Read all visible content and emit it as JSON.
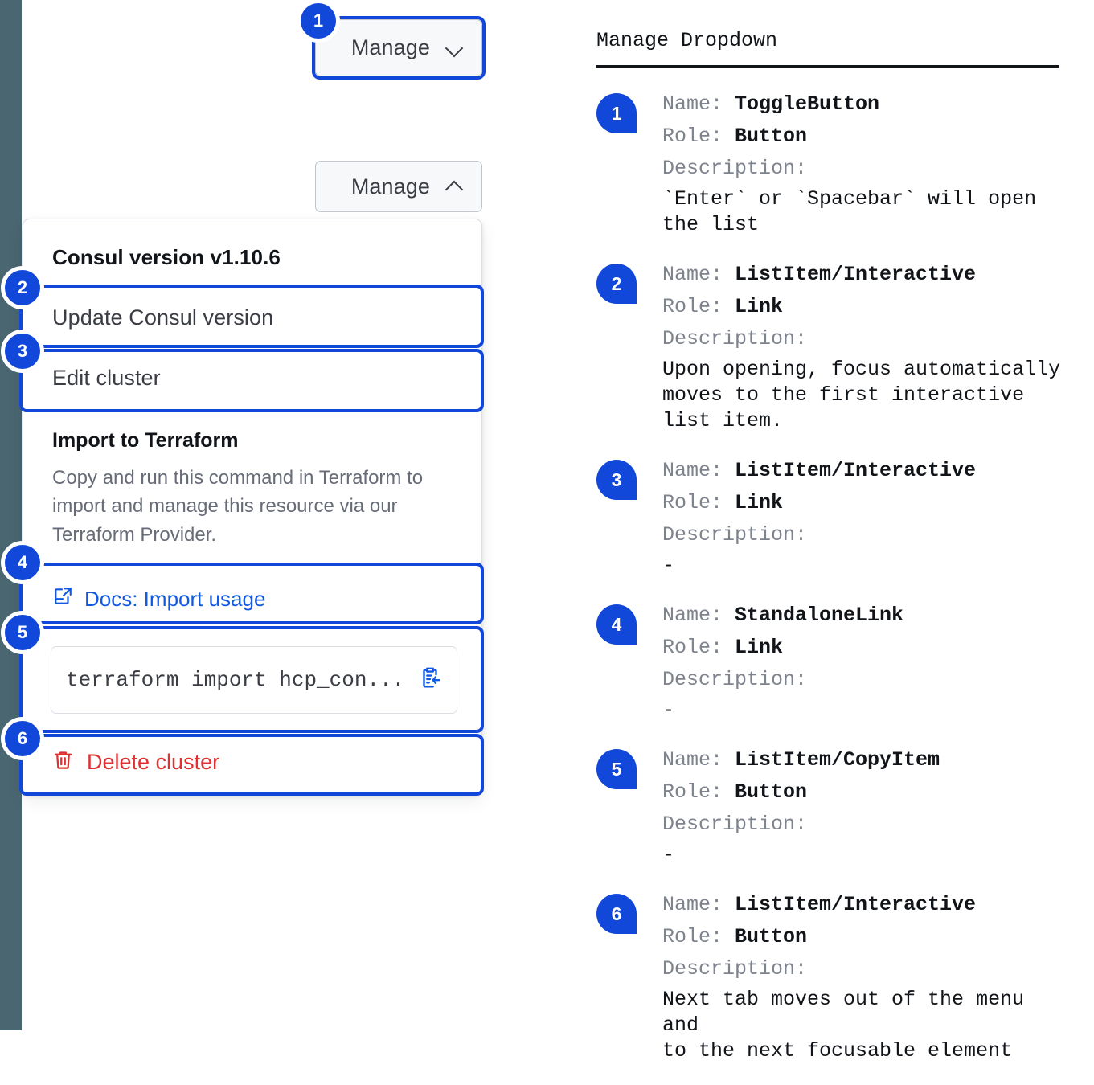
{
  "colors": {
    "accent": "#1148d9",
    "link": "#1159e3",
    "danger": "#e03030",
    "rail": "#4a6670",
    "muted": "#676c78",
    "legend_key": "#7e838e"
  },
  "rail": {
    "name": "left-rail"
  },
  "mock": {
    "toggle_closed": {
      "label": "Manage",
      "icon": "chevron-down-icon",
      "badge": "1"
    },
    "toggle_open": {
      "label": "Manage",
      "icon": "chevron-up-icon"
    },
    "dropdown": {
      "heading": "Consul version v1.10.6",
      "items": [
        {
          "label": "Update Consul version",
          "badge": "2"
        },
        {
          "label": "Edit cluster",
          "badge": "3"
        }
      ],
      "terraform": {
        "title": "Import to Terraform",
        "body": "Copy and run this command in Terraform to import and manage this resource via our Terraform Provider.",
        "docs_link": {
          "label": "Docs: Import usage",
          "icon": "docs-external-link-icon",
          "badge": "4"
        },
        "command": {
          "value": "terraform import hcp_con...",
          "copy_icon": "clipboard-copy-icon",
          "badge": "5"
        }
      },
      "delete": {
        "label": "Delete cluster",
        "icon": "trash-icon",
        "badge": "6"
      }
    }
  },
  "legend": {
    "title": "Manage Dropdown",
    "key_name": "Name:",
    "key_role": "Role:",
    "key_description": "Description:",
    "rows": [
      {
        "badge": "1",
        "name": "ToggleButton",
        "role": "Button",
        "description": "`Enter` or `Spacebar` will open\nthe list"
      },
      {
        "badge": "2",
        "name": "ListItem/Interactive",
        "role": "Link",
        "description": "Upon opening, focus automatically\nmoves to the first interactive\nlist item."
      },
      {
        "badge": "3",
        "name": "ListItem/Interactive",
        "role": "Link",
        "description": "-"
      },
      {
        "badge": "4",
        "name": "StandaloneLink",
        "role": "Link",
        "description": "-"
      },
      {
        "badge": "5",
        "name": "ListItem/CopyItem",
        "role": "Button",
        "description": "-"
      },
      {
        "badge": "6",
        "name": "ListItem/Interactive",
        "role": "Button",
        "description": "Next tab moves out of the menu and\nto the next focusable element"
      }
    ]
  }
}
